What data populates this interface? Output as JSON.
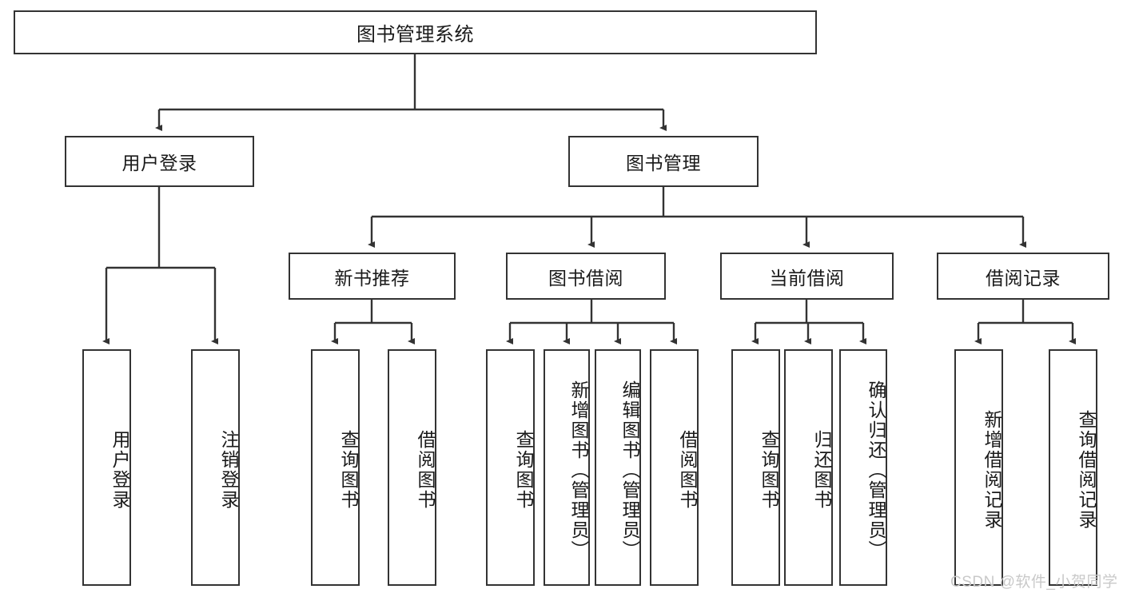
{
  "diagram": {
    "type": "hierarchy-tree",
    "title": "图书管理系统",
    "watermark": "CSDN @软件_小贺同学",
    "colors": {
      "border": "#333333",
      "background": "#ffffff",
      "text": "#1a1a1a",
      "edge": "#333333",
      "watermark": "#c9c9c9"
    },
    "levels": {
      "root": [
        "图书管理系统"
      ],
      "level2": [
        "用户登录",
        "图书管理"
      ],
      "level3": [
        "新书推荐",
        "图书借阅",
        "当前借阅",
        "借阅记录"
      ],
      "leaves": [
        "用户登录",
        "注销登录",
        "查询图书",
        "借阅图书",
        "查询图书",
        "新增图书（管理员）",
        "编辑图书（管理员）",
        "借阅图书",
        "查询图书",
        "归还图书",
        "确认归还（管理员）",
        "新增借阅记录",
        "查询借阅记录"
      ]
    },
    "nodes": {
      "root": {
        "label": "图书管理系统"
      },
      "user_login": {
        "label": "用户登录"
      },
      "book_manage": {
        "label": "图书管理"
      },
      "new_book_rec": {
        "label": "新书推荐"
      },
      "book_borrow": {
        "label": "图书借阅"
      },
      "current_borrow": {
        "label": "当前借阅"
      },
      "borrow_record": {
        "label": "借阅记录"
      },
      "leaf_user_login": {
        "label": "用户登录"
      },
      "leaf_logout": {
        "label": "注销登录"
      },
      "leaf_query_book_a": {
        "label": "查询图书"
      },
      "leaf_borrow_book_a": {
        "label": "借阅图书"
      },
      "leaf_query_book_b": {
        "label": "查询图书"
      },
      "leaf_add_book": {
        "label": "新增图书（管理员）"
      },
      "leaf_edit_book": {
        "label": "编辑图书（管理员）"
      },
      "leaf_borrow_book_b": {
        "label": "借阅图书"
      },
      "leaf_query_book_c": {
        "label": "查询图书"
      },
      "leaf_return_book": {
        "label": "归还图书"
      },
      "leaf_confirm_return": {
        "label": "确认归还（管理员）"
      },
      "leaf_add_record": {
        "label": "新增借阅记录"
      },
      "leaf_query_record": {
        "label": "查询借阅记录"
      }
    }
  }
}
